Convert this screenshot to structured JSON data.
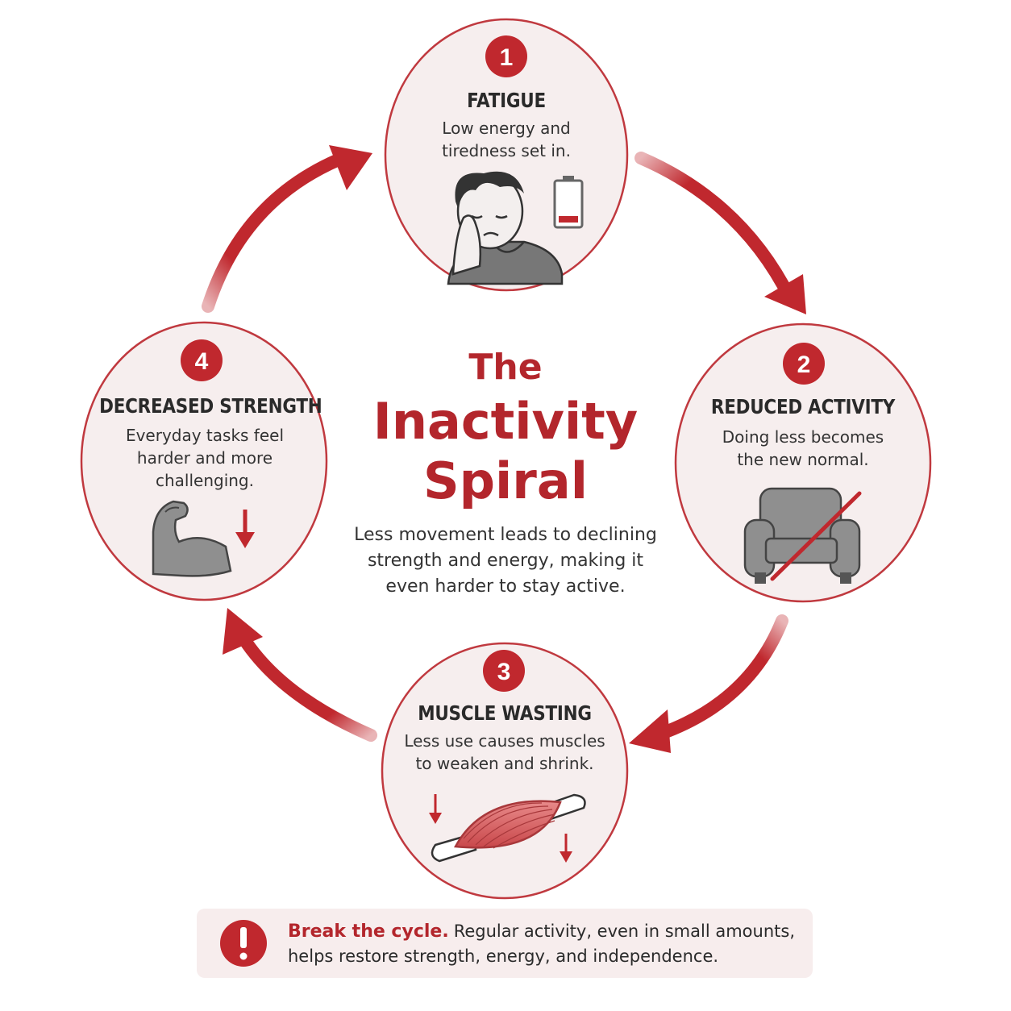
{
  "title": {
    "line1": "The",
    "line2": "Inactivity",
    "line3": "Spiral"
  },
  "description": "Less movement leads to declining strength and energy, making it even harder to stay active.",
  "nodes": [
    {
      "number": "1",
      "title": "FATIGUE",
      "description": "Low energy and tiredness set in.",
      "icon": "tired-person-icon",
      "icon2": "low-battery-icon"
    },
    {
      "number": "2",
      "title": "REDUCED ACTIVITY",
      "description": "Doing less becomes the new normal.",
      "icon": "armchair-crossed-icon"
    },
    {
      "number": "3",
      "title": "MUSCLE WASTING",
      "description": "Less use causes muscles to weaken and shrink.",
      "icon": "muscle-fiber-icon"
    },
    {
      "number": "4",
      "title": "DECREASED STRENGTH",
      "description": "Everyday tasks feel harder and more challenging.",
      "icon": "flexed-arm-down-icon"
    }
  ],
  "banner": {
    "icon": "alert-icon",
    "lead": "Break the cycle.",
    "text": "Regular activity, even in small amounts, helps restore strength, energy, and independence."
  },
  "colors": {
    "accent": "#c0282e",
    "node_fill": "#f6eeee",
    "node_stroke": "#c0393f",
    "icon_gray": "#8f8f8f",
    "banner_bg": "#f7eded"
  }
}
